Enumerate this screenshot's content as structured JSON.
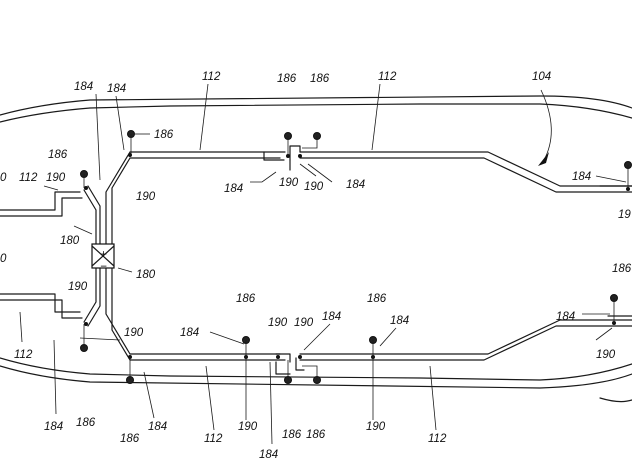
{
  "labels": {
    "harness": "112",
    "sensor": "186",
    "connector": "184",
    "splice": "190",
    "battery": "180",
    "chassis": "104",
    "partial_left": "0",
    "partial_right": "19",
    "battery_plus": "+",
    "battery_minus": "−"
  }
}
